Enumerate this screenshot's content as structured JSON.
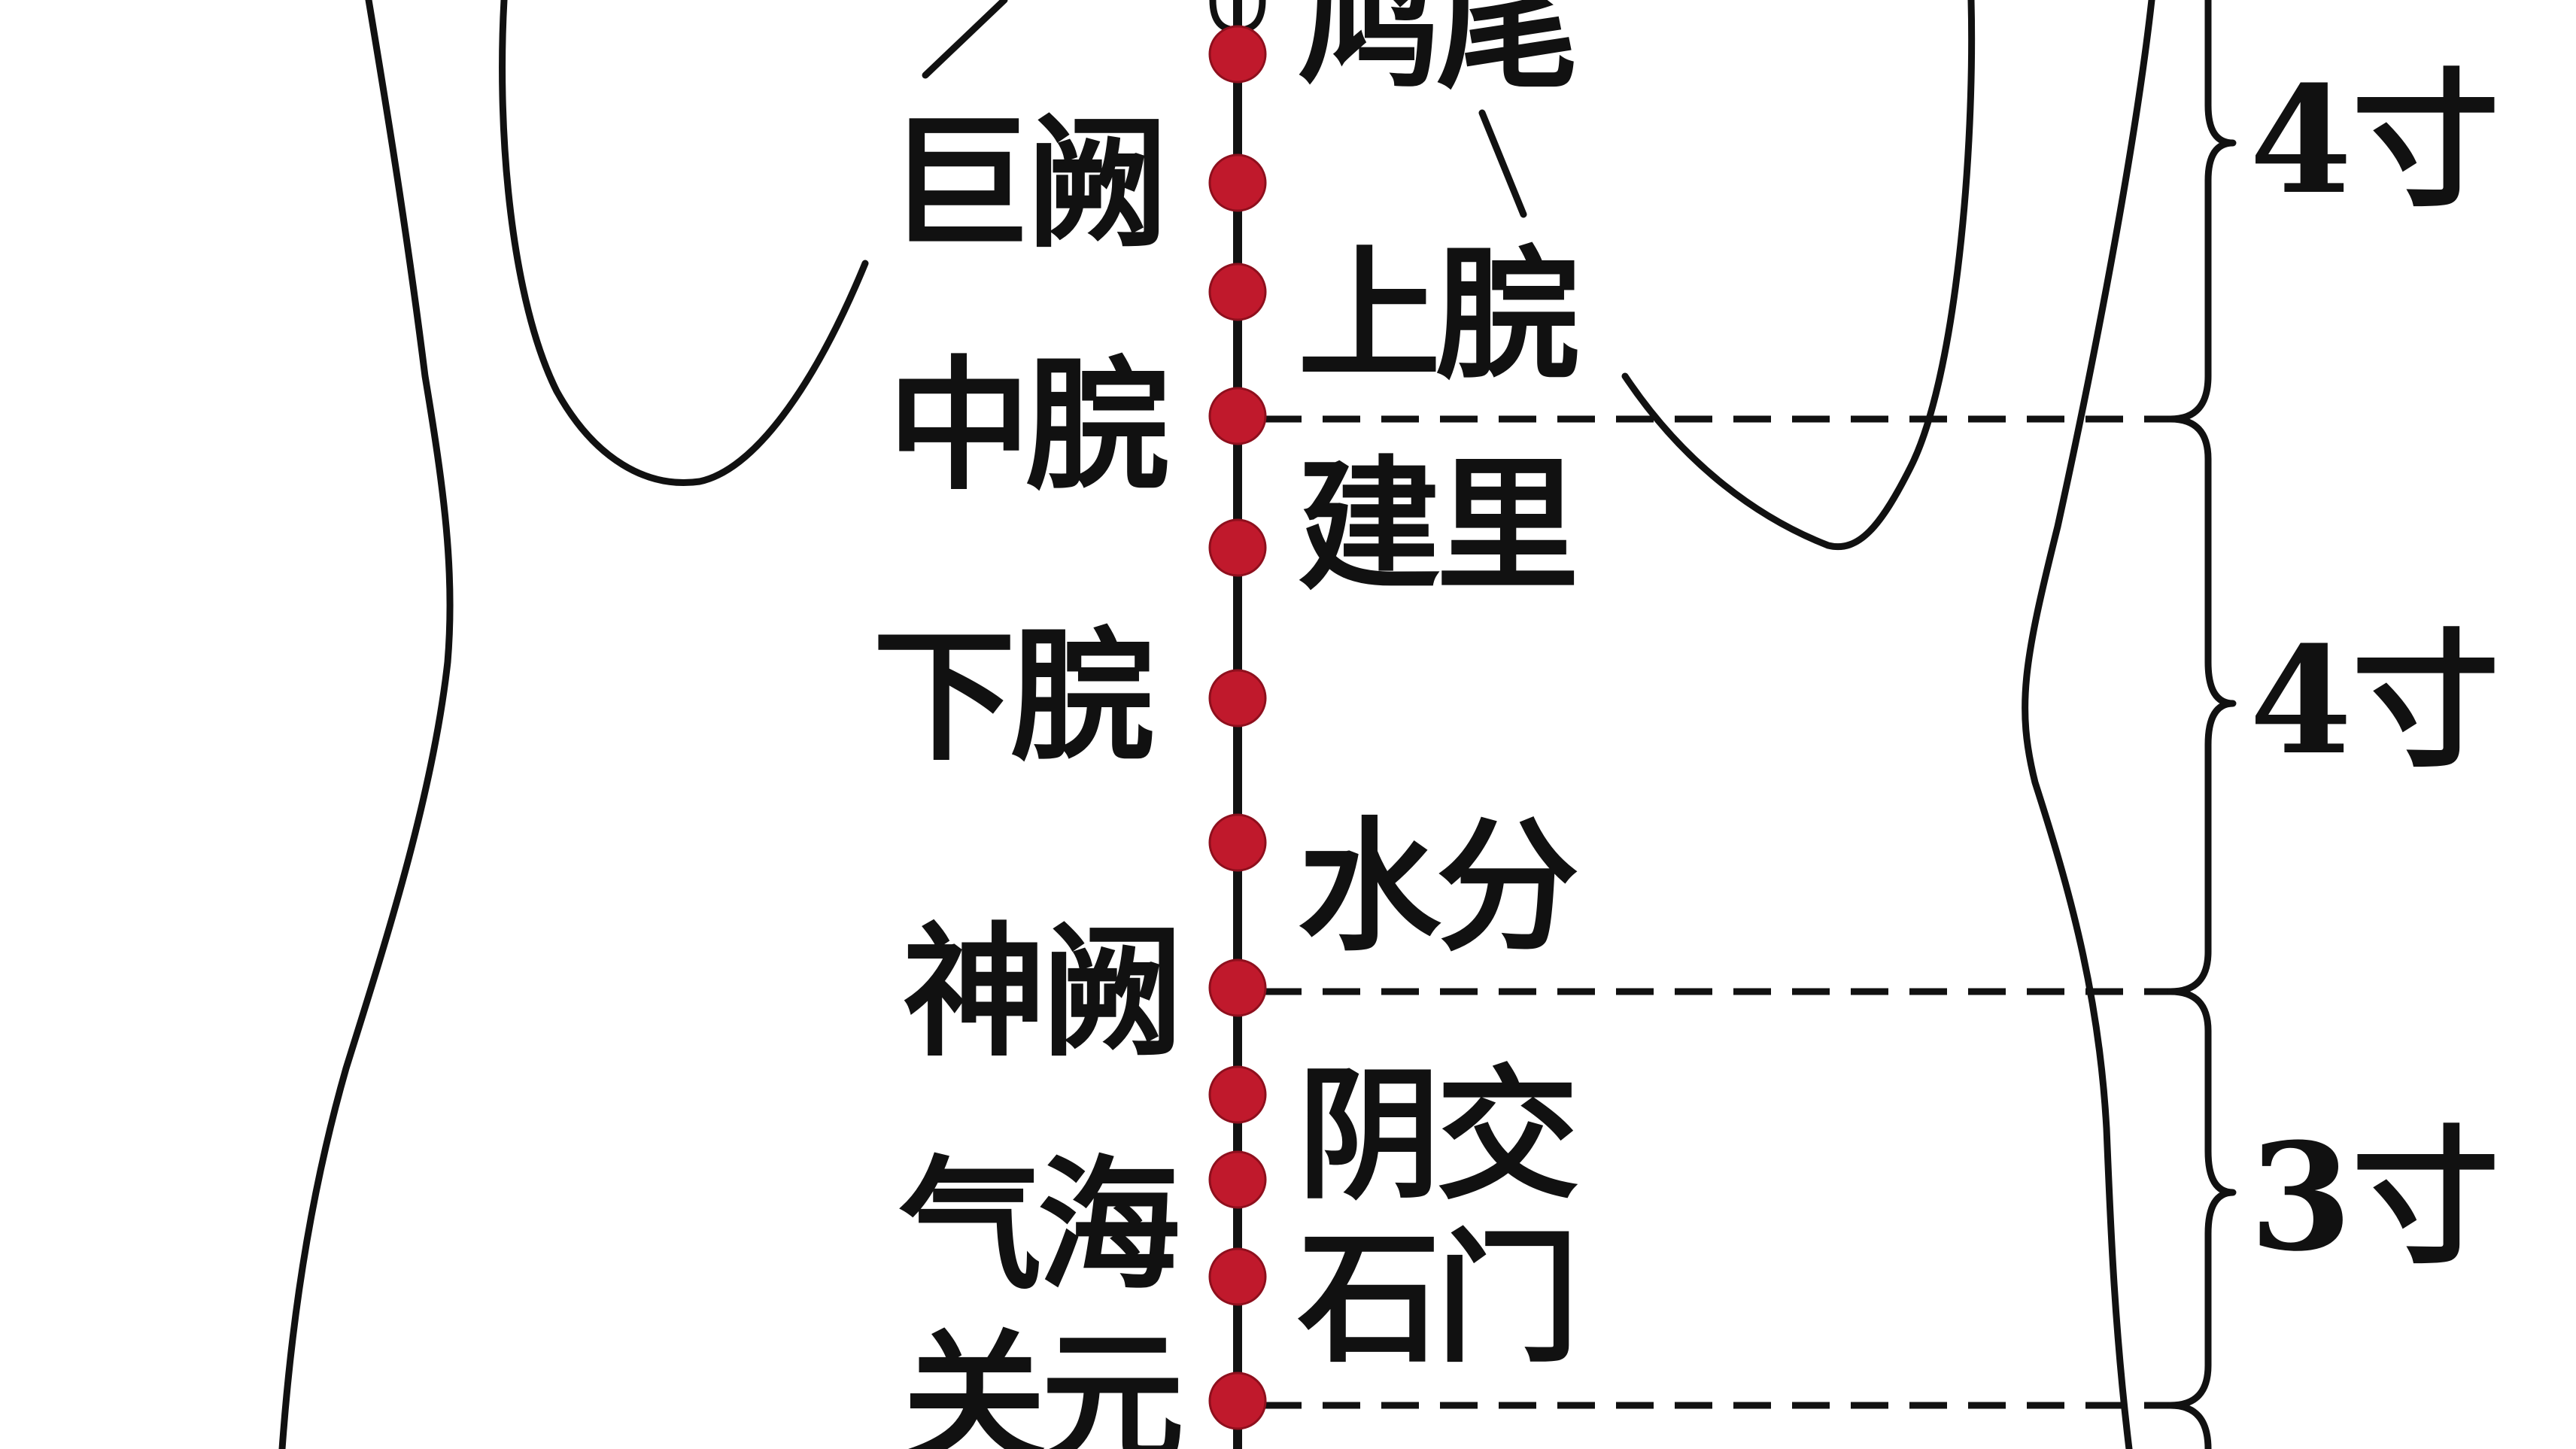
{
  "colors": {
    "line": "#111111",
    "acupoint": "#c0192c",
    "acupoint_edge": "#8e0f1d",
    "background": "#ffffff"
  },
  "acupoints": [
    {
      "key": "jiuwei",
      "label": "鸠尾"
    },
    {
      "key": "juque",
      "label": "巨阙"
    },
    {
      "key": "shangwan",
      "label": "上脘"
    },
    {
      "key": "zhongwan",
      "label": "中脘"
    },
    {
      "key": "jianli",
      "label": "建里"
    },
    {
      "key": "xiawan",
      "label": "下脘"
    },
    {
      "key": "shuifen",
      "label": "水分"
    },
    {
      "key": "shenque",
      "label": "神阙"
    },
    {
      "key": "yinjiao",
      "label": "阴交"
    },
    {
      "key": "qihai",
      "label": "气海"
    },
    {
      "key": "shimen",
      "label": "石门"
    },
    {
      "key": "guanyuan",
      "label": "关元"
    }
  ],
  "measurements": [
    {
      "key": "upper",
      "label": "4寸"
    },
    {
      "key": "middle",
      "label": "4寸"
    },
    {
      "key": "lower",
      "label": "3寸"
    }
  ]
}
